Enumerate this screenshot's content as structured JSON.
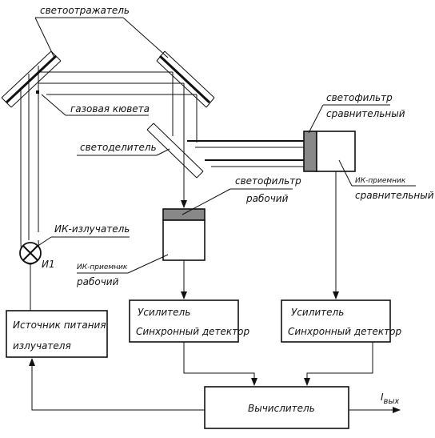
{
  "labels": {
    "reflector": "светоотражатель",
    "gas_cell": "газовая кювета",
    "beam_splitter": "светоделитель",
    "ref_filter_line1": "светофильтр",
    "ref_filter_line2": "сравнительный",
    "work_filter_line1": "светофильтр",
    "work_filter_line2": "рабочий",
    "ir_receiver_ref_line1": "ИК-приемник",
    "ir_receiver_ref_line2": "сравнительный",
    "ir_receiver_work_line1": "ИК-приемник",
    "ir_receiver_work_line2": "рабочий",
    "ir_emitter": "ИК-излучатель",
    "emitter_id": "И1"
  },
  "blocks": {
    "power_source_line1": "Источник питания",
    "power_source_line2": "излучателя",
    "amp_work_line1": "Усилитель",
    "amp_work_line2": "Синхронный детектор",
    "amp_ref_line1": "Усилитель",
    "amp_ref_line2": "Синхронный детектор",
    "computer": "Вычислитель"
  },
  "output": {
    "symbol": "I",
    "subscript": "вых"
  },
  "colors": {
    "line": "#111111",
    "filter_fill": "#888888",
    "background": "#ffffff"
  }
}
